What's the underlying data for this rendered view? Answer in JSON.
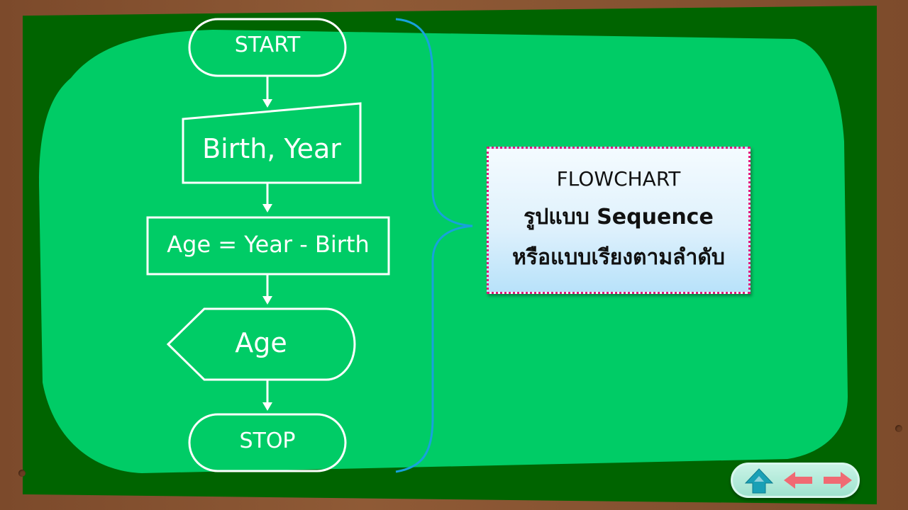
{
  "flowchart": {
    "start": "START",
    "input": "Birth, Year",
    "process": "Age = Year - Birth",
    "output": "Age",
    "stop": "STOP"
  },
  "info": {
    "line1": "FLOWCHART",
    "line2": "รูปแบบ Sequence",
    "line3": "หรือแบบเรียงตามลำดับ"
  },
  "nav": {
    "home_icon": "home-arrow-up-icon",
    "prev_icon": "arrow-left-icon",
    "next_icon": "arrow-right-icon"
  },
  "colors": {
    "board_outer": "#006400",
    "board_inner": "#00cc66",
    "brace": "#17a2dc",
    "info_border": "#e0187a",
    "frame": "#8a5532"
  }
}
